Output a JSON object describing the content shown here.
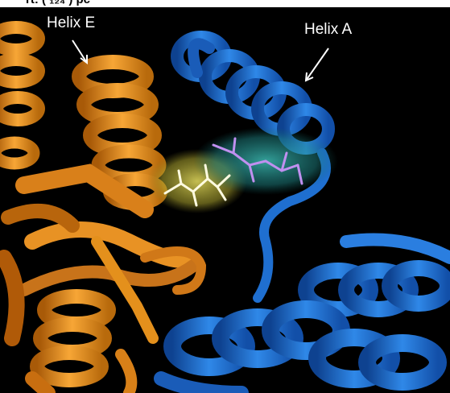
{
  "header": {
    "caption_fragment": "rt: (  ₁₂₄  ) pc"
  },
  "labels": {
    "helix_e": "Helix E",
    "helix_a": "Helix A"
  },
  "colors": {
    "background": "#000000",
    "orange_ribbon": "#e8921a",
    "blue_ribbon": "#1e6fd0",
    "yellow_glow": "#d8d040",
    "cyan_glow": "#30b0b0",
    "ligand_white": "#ffffff",
    "ligand_purple": "#b080e0"
  }
}
